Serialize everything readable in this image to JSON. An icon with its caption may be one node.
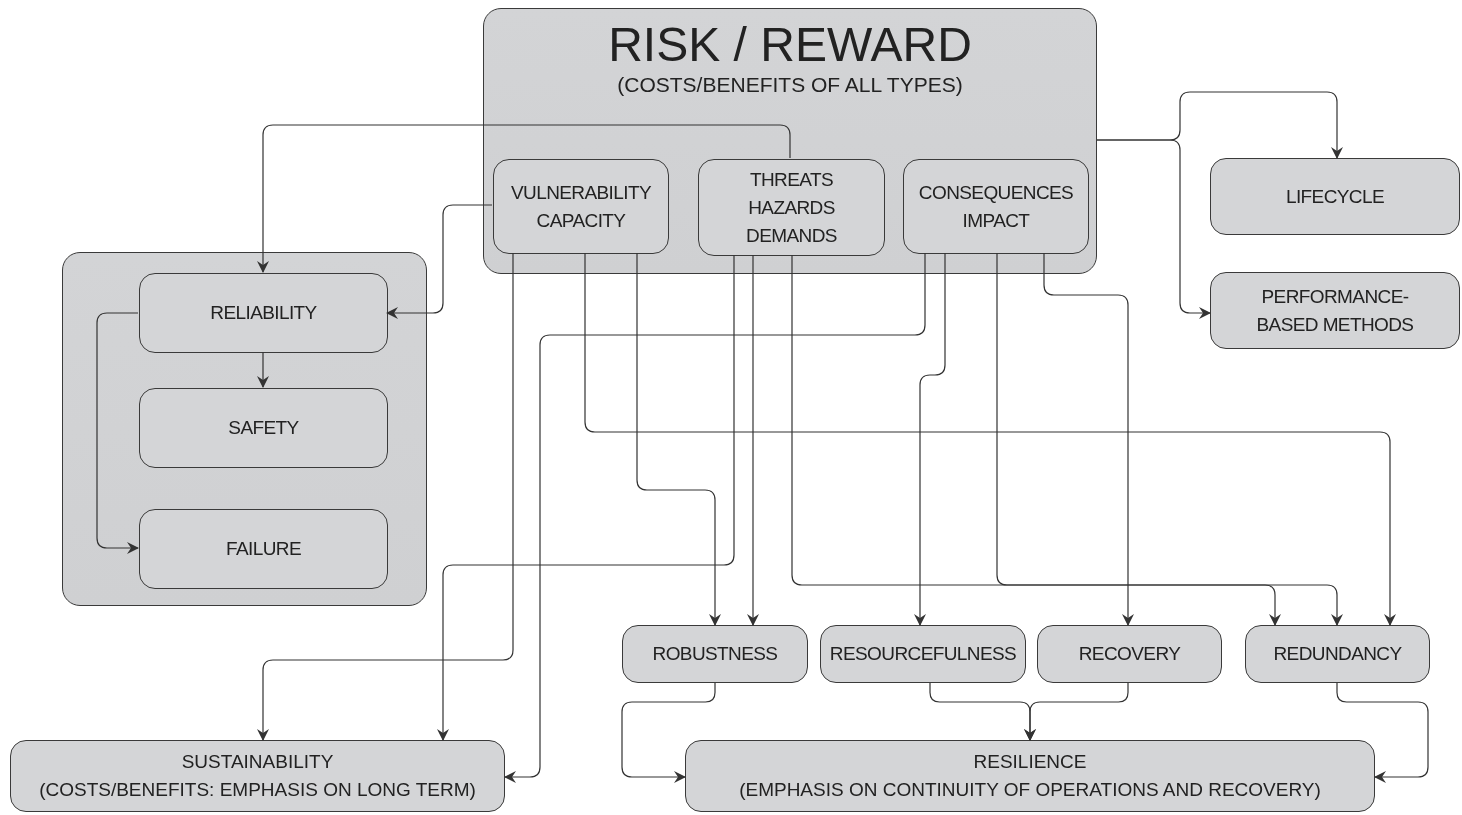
{
  "diagram": {
    "nodes": [
      {
        "text": [
          "RISK / REWARD",
          "(COSTS/BENEFITS OF ALL TYPES)"
        ]
      },
      {
        "text": [
          "VULNERABILITY CAPACITY"
        ],
        "in": 0
      },
      {
        "text": [
          "THREATS HAZARDS DEMANDS"
        ],
        "in": 0
      },
      {
        "text": [
          "CONSEQUENCES IMPACT"
        ],
        "in": 0
      },
      {
        "text": [
          "LIFECYCLE"
        ]
      },
      {
        "text": [
          "PERFORMANCE- BASED METHODS"
        ]
      },
      {
        "text": [],
        "shape": "box"
      },
      {
        "text": [
          "RELIABILITY"
        ],
        "in": 6
      },
      {
        "text": [
          "SAFETY"
        ],
        "in": 6
      },
      {
        "text": [
          "FAILURE"
        ],
        "in": 6
      },
      {
        "text": [
          "ROBUSTNESS"
        ]
      },
      {
        "text": [
          "RESOURCEFULNESS"
        ]
      },
      {
        "text": [
          "RECOVERY"
        ]
      },
      {
        "text": [
          "REDUNDANCY"
        ]
      },
      {
        "text": [
          "SUSTAINABILITY",
          "(COSTS/BENEFITS: EMPHASIS ON LONG TERM)"
        ]
      },
      {
        "text": [
          "RESILIENCE",
          "(EMPHASIS ON CONTINUITY OF OPERATIONS AND RECOVERY)"
        ]
      }
    ],
    "edges": [
      {
        "from": 2,
        "to": 7,
        "arrow": "to"
      },
      {
        "from": 1,
        "to": 7,
        "arrow": "to"
      },
      {
        "from": 7,
        "to": 8,
        "arrow": "to"
      },
      {
        "from": 7,
        "to": 9,
        "arrow": "to"
      },
      {
        "from": 0,
        "to": 4,
        "arrow": "to"
      },
      {
        "from": 0,
        "to": 5,
        "arrow": "to"
      },
      {
        "from": 1,
        "to": 14,
        "arrow": "to"
      },
      {
        "from": 1,
        "to": 13,
        "arrow": "to"
      },
      {
        "from": 1,
        "to": 10,
        "arrow": "to"
      },
      {
        "from": 2,
        "to": 14,
        "arrow": "to"
      },
      {
        "from": 2,
        "to": 10,
        "arrow": "to"
      },
      {
        "from": 2,
        "to": 13,
        "arrow": "to"
      },
      {
        "from": 3,
        "to": 14,
        "arrow": "to"
      },
      {
        "from": 3,
        "to": 11,
        "arrow": "to"
      },
      {
        "from": 3,
        "to": 13,
        "arrow": "to"
      },
      {
        "from": 3,
        "to": 12,
        "arrow": "to"
      },
      {
        "from": 10,
        "to": 15,
        "arrow": "to"
      },
      {
        "from": 11,
        "to": 15,
        "arrow": "to"
      },
      {
        "from": 12,
        "to": 15,
        "arrow": "to"
      },
      {
        "from": 13,
        "to": 15,
        "arrow": "to"
      }
    ]
  }
}
